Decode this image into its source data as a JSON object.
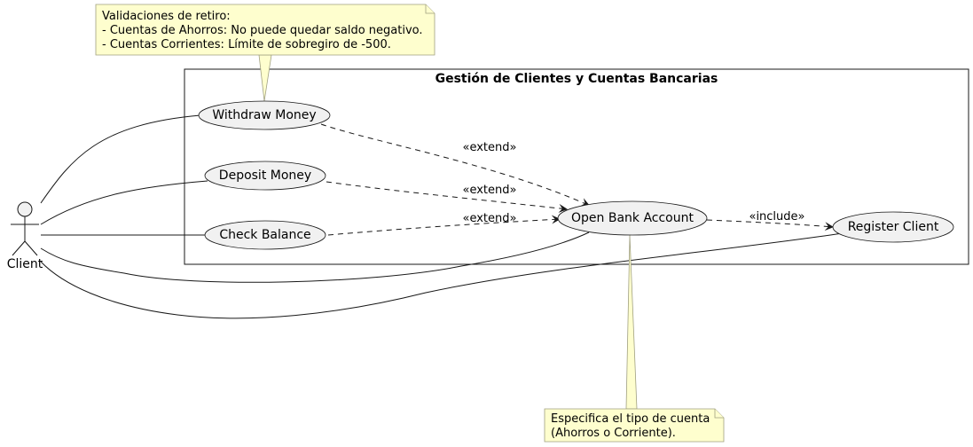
{
  "system": {
    "title": "Gestión de Clientes y Cuentas Bancarias"
  },
  "actor": {
    "label": "Client"
  },
  "use_cases": {
    "withdraw": "Withdraw Money",
    "deposit": "Deposit Money",
    "check_balance": "Check Balance",
    "open_account": "Open Bank Account",
    "register_client": "Register Client"
  },
  "relations": {
    "withdraw_extend": "«extend»",
    "deposit_extend": "«extend»",
    "balance_extend": "«extend»",
    "register_include": "«include»"
  },
  "notes": {
    "withdraw_note": {
      "lines": [
        "Validaciones de retiro:",
        "- Cuentas de Ahorros: No puede quedar saldo negativo.",
        "- Cuentas Corrientes: Límite de sobregiro de -500."
      ]
    },
    "account_note": {
      "lines": [
        "Especifica el tipo de cuenta",
        "(Ahorros o Corriente)."
      ]
    }
  },
  "colors": {
    "note_fill": "#fefece",
    "use_case_fill": "#f1f1f1",
    "line": "#181818"
  }
}
